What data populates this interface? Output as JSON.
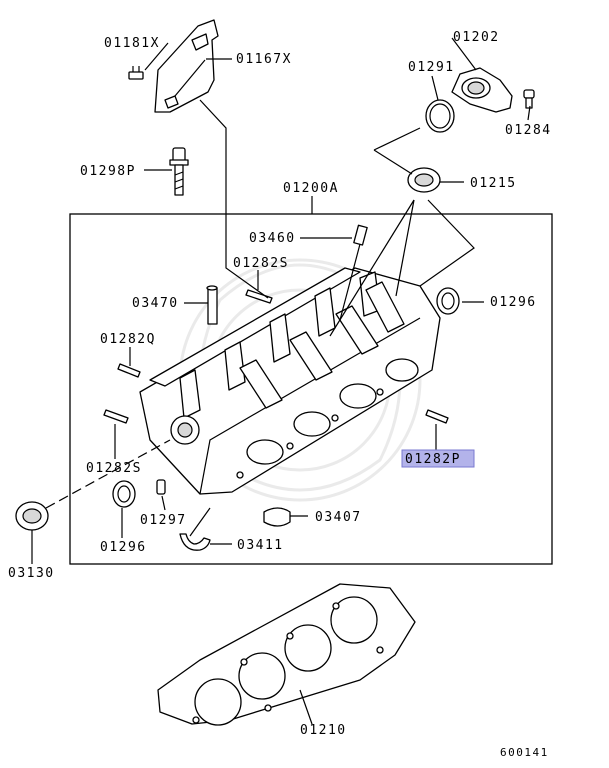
{
  "diagram": {
    "callouts": {
      "c01181X": "01181X",
      "c01167X": "01167X",
      "c01202": "01202",
      "c01291": "01291",
      "c01284": "01284",
      "c01298P": "01298P",
      "c01200A": "01200A",
      "c01215": "01215",
      "c03460": "03460",
      "c01282S_top": "01282S",
      "c03470": "03470",
      "c01296_right": "01296",
      "c01282Q": "01282Q",
      "c01282P": "01282P",
      "c01282S_left": "01282S",
      "c01297": "01297",
      "c03407": "03407",
      "c01296_left": "01296",
      "c03411": "03411",
      "c03130": "03130",
      "c01210": "01210"
    },
    "diagram_code": "600141",
    "highlight_color": "#b3b3ea"
  }
}
